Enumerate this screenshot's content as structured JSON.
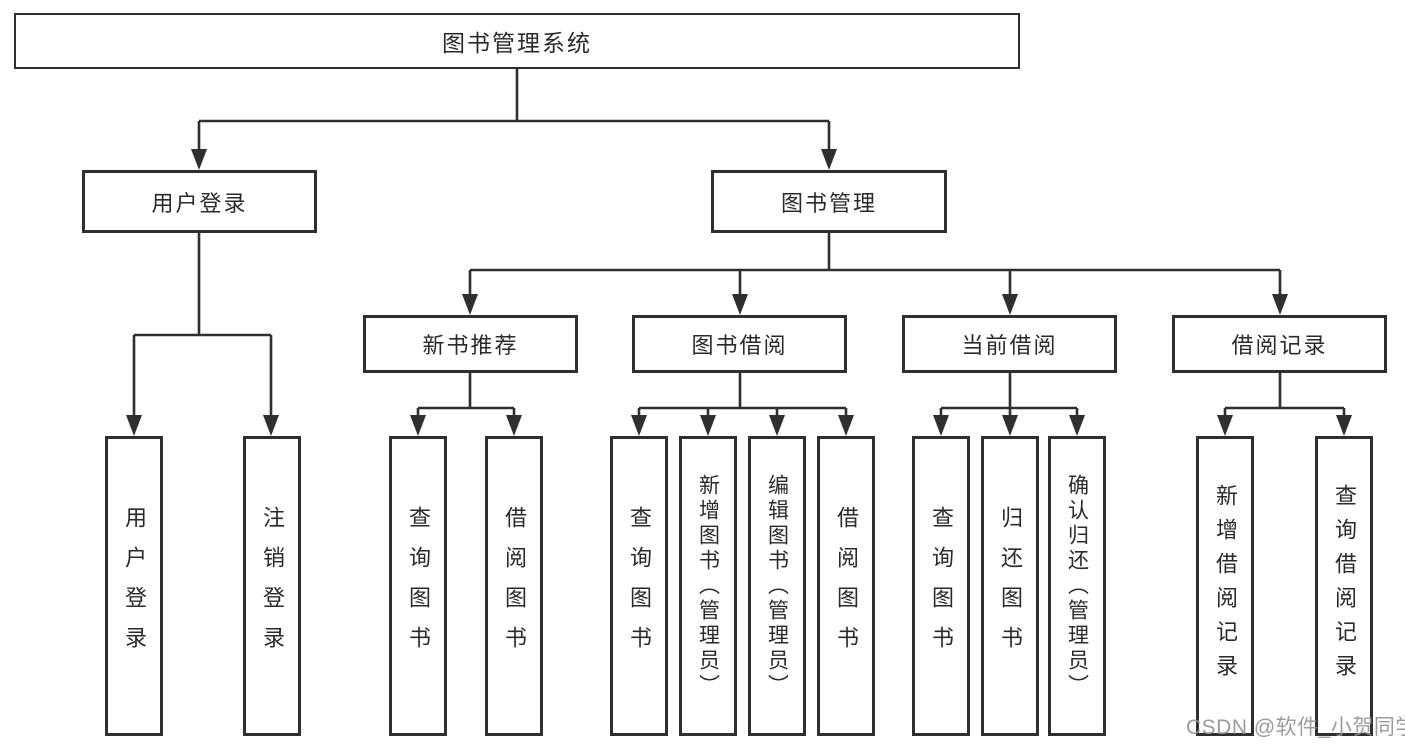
{
  "diagram": {
    "watermark": "CSDN @软件_小贺同学",
    "colors": {
      "line": "#2f2f2f",
      "box_border": "#2f2f2f",
      "text": "#2a2a2a",
      "background": "#ffffff",
      "watermark": "#949494"
    }
  },
  "tree": {
    "root": {
      "label": "图书管理系统",
      "children": [
        {
          "label": "用户登录",
          "children": [
            {
              "label": "用户登录"
            },
            {
              "label": "注销登录"
            }
          ]
        },
        {
          "label": "图书管理",
          "children": [
            {
              "label": "新书推荐",
              "children": [
                {
                  "label": "查询图书"
                },
                {
                  "label": "借阅图书"
                }
              ]
            },
            {
              "label": "图书借阅",
              "children": [
                {
                  "label": "查询图书"
                },
                {
                  "label": "新增图书（管理员）"
                },
                {
                  "label": "编辑图书（管理员）"
                },
                {
                  "label": "借阅图书"
                }
              ]
            },
            {
              "label": "当前借阅",
              "children": [
                {
                  "label": "查询图书"
                },
                {
                  "label": "归还图书"
                },
                {
                  "label": "确认归还（管理员）"
                }
              ]
            },
            {
              "label": "借阅记录",
              "children": [
                {
                  "label": "新增借阅记录"
                },
                {
                  "label": "查询借阅记录"
                }
              ]
            }
          ]
        }
      ]
    }
  }
}
